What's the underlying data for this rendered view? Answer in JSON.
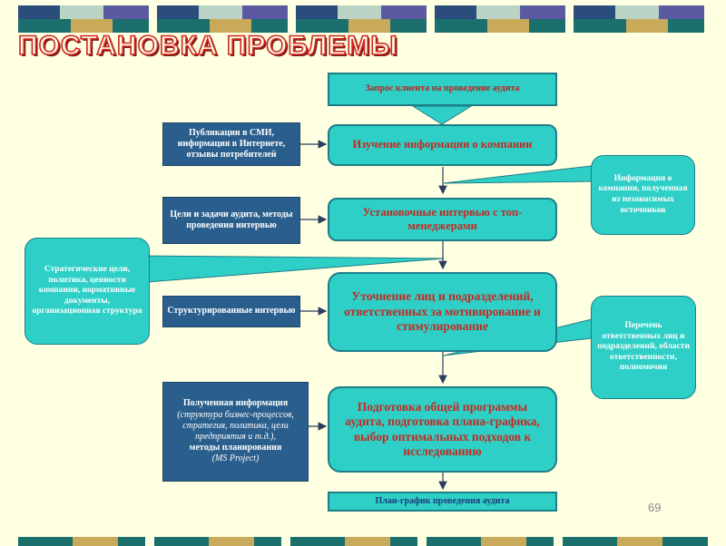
{
  "title": "ПОСТАНОВКА ПРОБЛЕМЫ",
  "colors": {
    "navy": "#2a5e8c",
    "turquoise": "#2ecfc6",
    "red": "#c42a22",
    "background": "#ffffe2"
  },
  "flow": {
    "request": "Запрос клиента на проведение аудита",
    "step1": "Изучение информации о компании",
    "step2": "Установочные интервью с топ-менеджерами",
    "step3": "Уточнение лиц и подразделений, ответственных за мотивирование и стимулирование",
    "step4": "Подготовка общей программы аудита, подготовка плана-графика, выбор оптимальных подходов к исследованию",
    "plan": "План-график проведения аудита"
  },
  "inputs": {
    "in1": "Публикации в СМИ, информация в Интернете, отзывы потребителей",
    "in2": "Цели и задачи аудита, методы проведения интервью",
    "in3": "Структурированные интервью",
    "in4_head": "Полученная информация",
    "in4_italic": "(структура бизнес-процессов, стратегия, политика, цели предприятия и т.д.),",
    "in4_tail": "методы планирования",
    "in4_italic2": "(MS Project)"
  },
  "callouts": {
    "c_right1": "Информация о компании, полученная из независимых источников",
    "c_left": "Стратегические цели, политика, ценности компании, нормативные документы, организационная структура",
    "c_right2": "Перечень ответственных лиц и подразделений, области ответственности, полномочия"
  },
  "page_number": "69"
}
